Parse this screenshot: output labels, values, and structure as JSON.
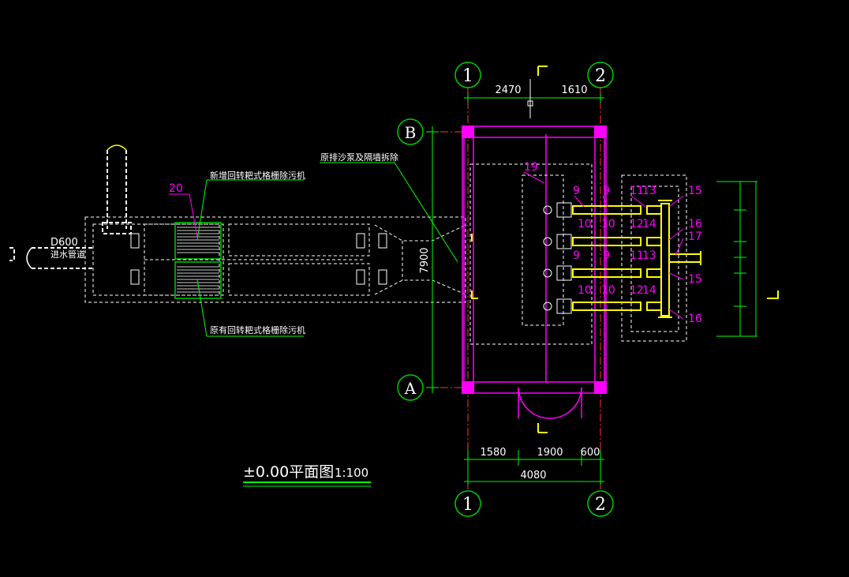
{
  "drawing": {
    "title": "±0.00平面图",
    "scale": "1:100",
    "colors": {
      "background": "#000000",
      "axis_circle": "#00cc00",
      "dimension": "#00ff00",
      "wall_magenta": "#ff00ff",
      "hidden_white": "#ffffff",
      "pipe_yellow": "#ffff00",
      "centerline_red": "#ff3333"
    }
  },
  "grid_axes": {
    "top": [
      "1",
      "2"
    ],
    "bottom": [
      "1",
      "2"
    ],
    "left": [
      "B",
      "A"
    ]
  },
  "dimensions": {
    "top": [
      "2470",
      "1610"
    ],
    "bottom_segments": [
      "1580",
      "1900",
      "600"
    ],
    "bottom_total": "4080",
    "vertical": "7900"
  },
  "annotations": {
    "new_screen": "新增回转耙式格栅除污机",
    "existing_screen": "原有回转耙式格栅除污机",
    "demolish": "原排沙泵及隔墙拆除",
    "inlet_size": "D600",
    "inlet_pipe": "进水管道"
  },
  "part_numbers": {
    "n20": "20",
    "n19": "19",
    "n9": "9",
    "n10": "10",
    "n11": "11",
    "n12": "12",
    "n13": "13",
    "n14": "14",
    "n15": "15",
    "n16": "16",
    "n17": "17"
  }
}
